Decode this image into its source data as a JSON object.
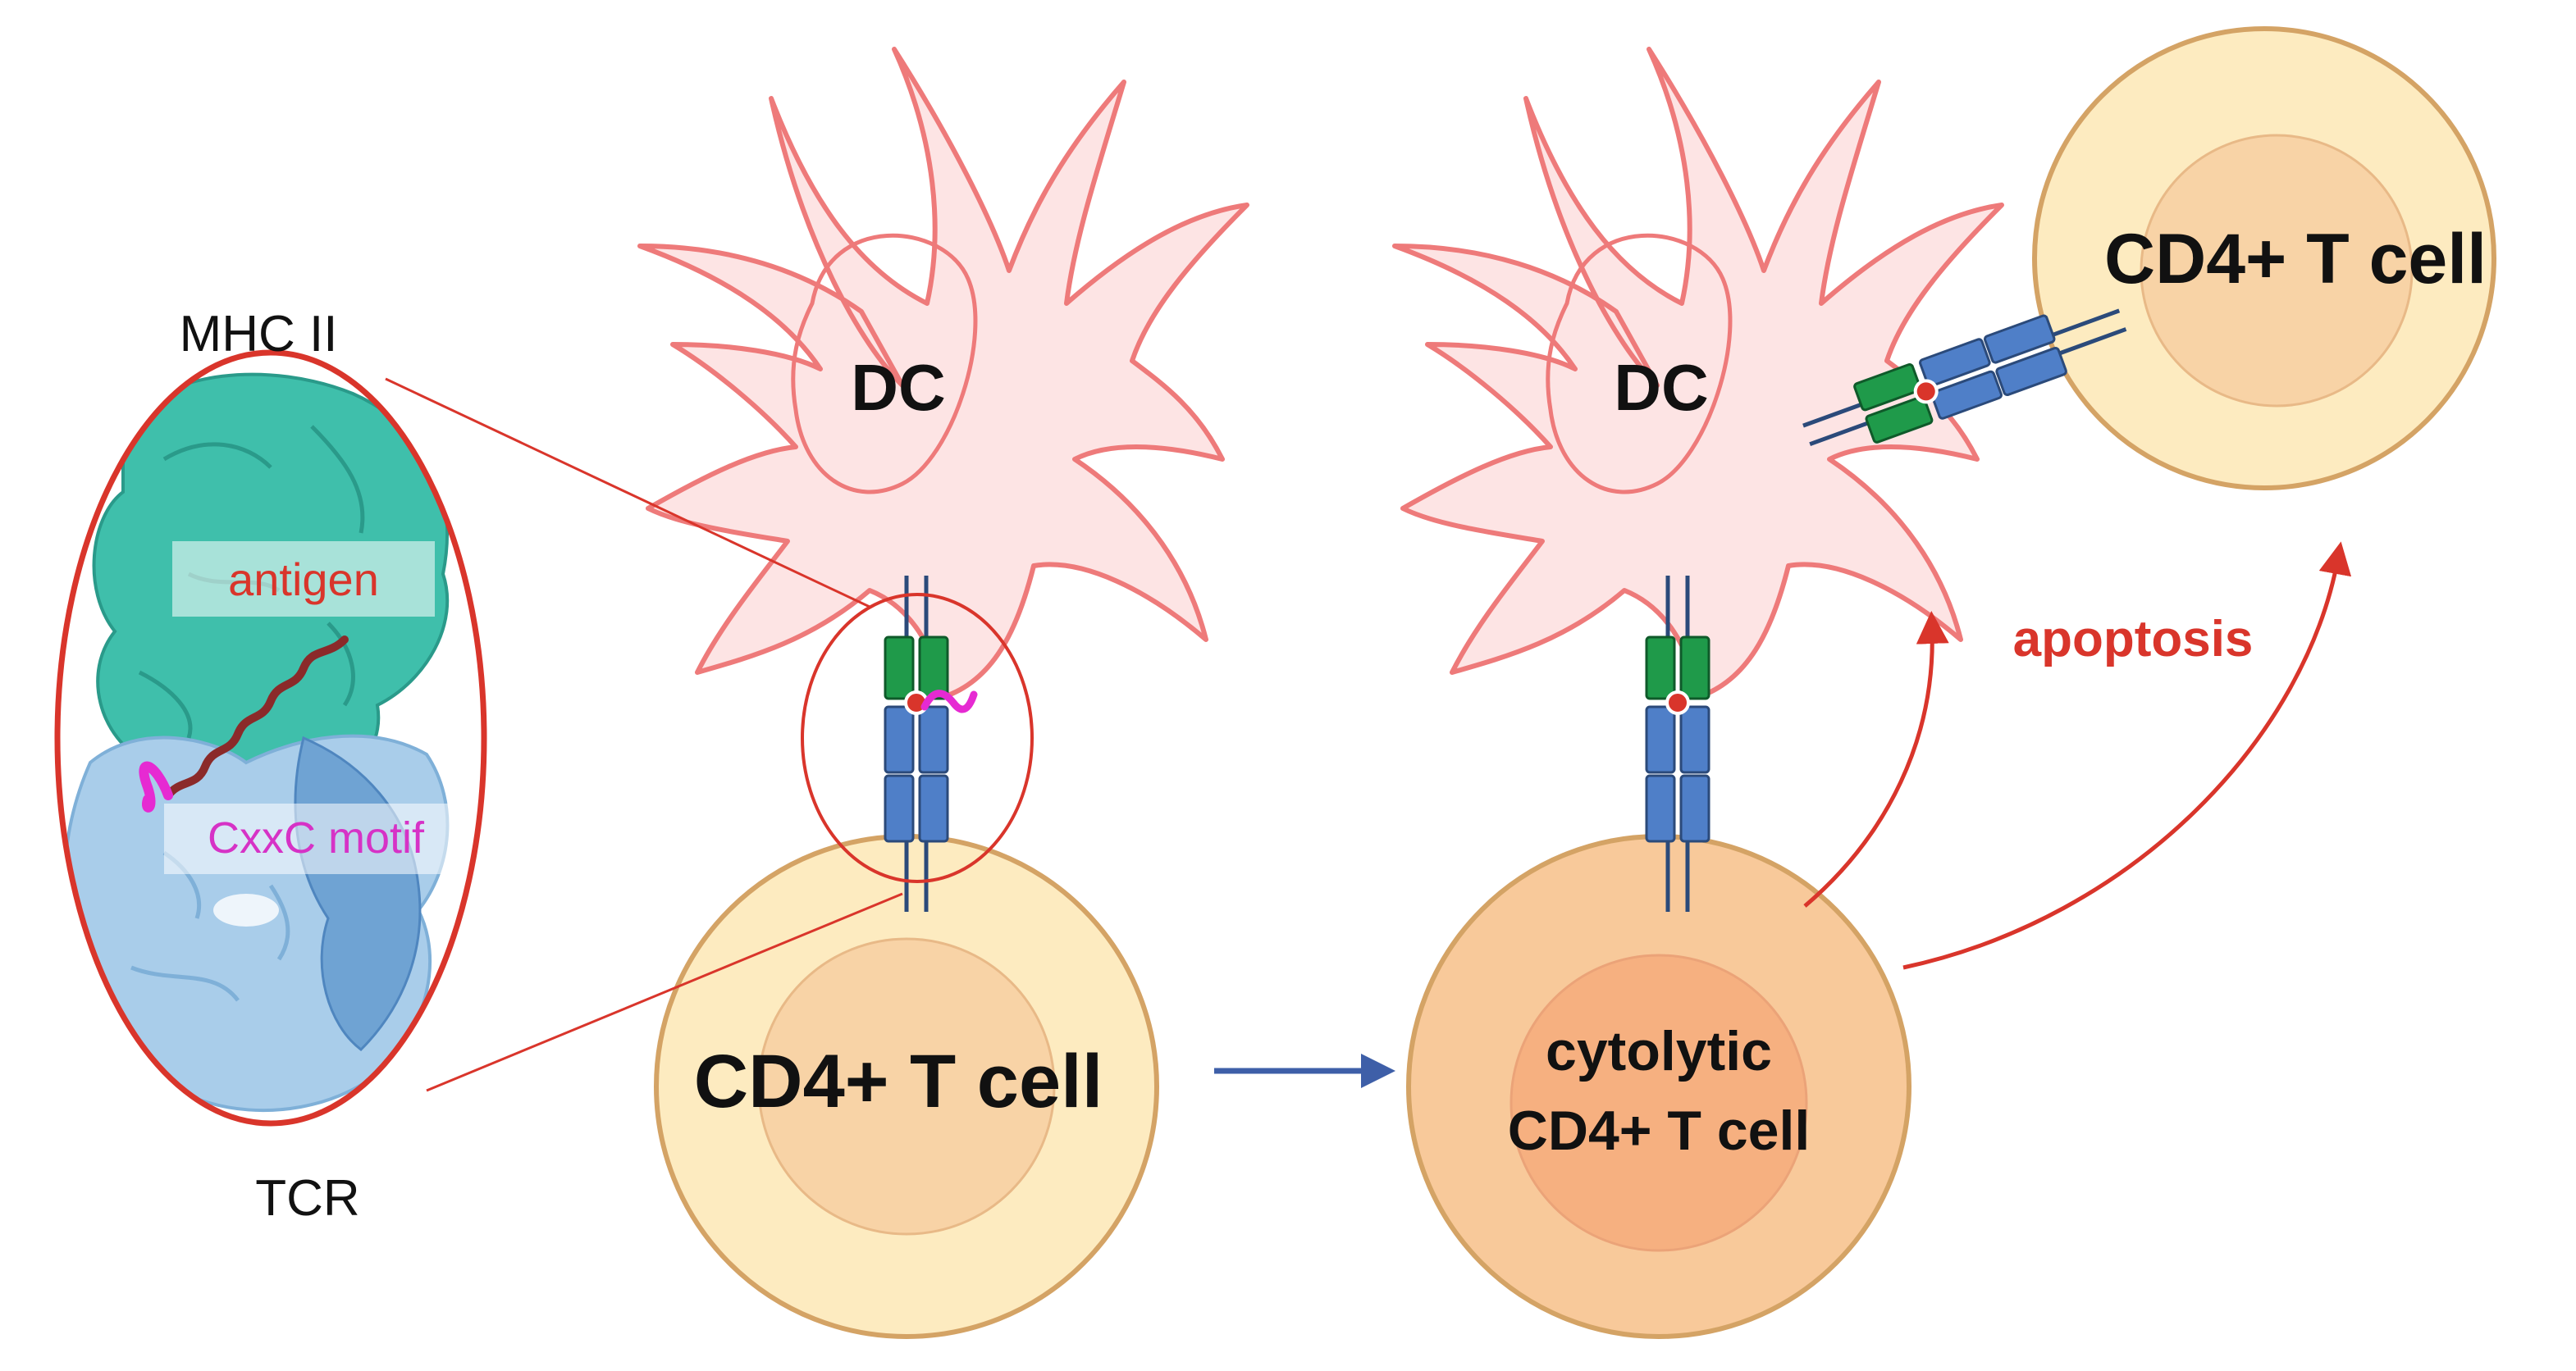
{
  "labels": {
    "mhc": "MHC II",
    "tcr": "TCR",
    "antigen": "antigen",
    "motif": "CxxC motif",
    "dc_left": "DC",
    "dc_right": "DC",
    "tcell_left": "CD4+ T cell",
    "tcell_right": "CD4+ T cell",
    "cytolytic_line1": "cytolytic",
    "cytolytic_line2": "CD4+ T cell",
    "apoptosis": "apoptosis"
  },
  "colors": {
    "dc_fill": "#fde4e4",
    "dc_stroke": "#ee7a7a",
    "tcell_outer": "#fdebc0",
    "tcell_inner": "#f8d3a6",
    "tcell_stroke": "#d4a365",
    "cytolytic_outer": "#f8c99a",
    "cytolytic_inner": "#f6b080",
    "red": "#d9352b",
    "magenta": "#e62ad2",
    "teal": "#3fbfab",
    "light_blue": "#a9cdea",
    "receptor_green": "#1f9a4a",
    "receptor_blue": "#4f7fc8",
    "arrow_blue": "#3e5fa8",
    "motif_text": "#d632c6",
    "antigen_text": "#d9352b",
    "apoptosis_text": "#d9352b"
  },
  "icons": {
    "receptor": "mhc-tcr-complex-icon",
    "arrow_progress": "arrow-right-icon",
    "arrow_apoptosis": "curved-arrow-icon"
  }
}
